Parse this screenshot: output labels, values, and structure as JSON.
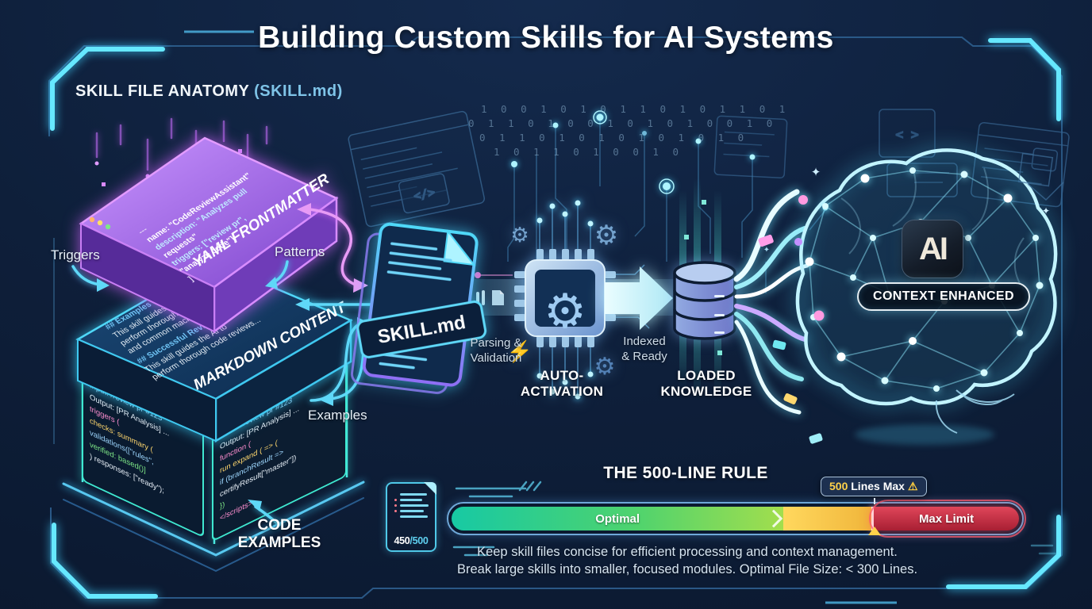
{
  "header": {
    "title": "Building Custom Skills for AI Systems"
  },
  "anatomy": {
    "heading": "SKILL FILE ANATOMY",
    "heading_suffix": "(SKILL.md)",
    "callout_triggers": "Triggers",
    "callout_patterns": "Patterns",
    "callout_examples": "Examples",
    "callout_code_examples": "CODE EXAMPLES",
    "yaml": {
      "label": "YAML FRONTMATTER",
      "code": [
        "---",
        "name: \"CodeReviewAssistant\"",
        "description: \"Analyzes pull",
        "   requests\"",
        "triggers: [\"review pr\",",
        "   \"analyze code\"]",
        "]"
      ]
    },
    "markdown": {
      "label": "MARKDOWN CONTENT",
      "lines": [
        "## Examples",
        "This skill guides the AI to",
        "perform thorough code reviews",
        "and common macro reviews...",
        "## Successful Review",
        "This skill guides the AI to",
        "perform thorough code reviews..."
      ]
    },
    "code_left": [
      "Input: /review pr #123",
      "Output: [PR Analysis] ...",
      "triggers (",
      "  checks: summary (",
      "    validations([\"rules\",",
      "    verified: based()]",
      "  ) responses: [\"ready\");"
    ],
    "code_right": [
      "Input: /review pr #123",
      "Output: [PR Analysis] ...",
      "function (",
      "  run expand ( => (",
      "    if (branchResult =>",
      "    certifyResult[\"master\"])",
      "  })",
      "</scripts>"
    ]
  },
  "pipeline": {
    "file_name": "SKILL.md",
    "parsing_caption_1": "Parsing &",
    "parsing_caption_2": "Validation",
    "auto_label_1": "AUTO-",
    "auto_label_2": "ACTIVATION",
    "indexed_caption_1": "Indexed",
    "indexed_caption_2": "& Ready",
    "loaded_label_1": "LOADED",
    "loaded_label_2": "KNOWLEDGE"
  },
  "brain": {
    "ai_badge": "AI",
    "context_badge": "CONTEXT ENHANCED"
  },
  "rule": {
    "title": "THE 500-LINE RULE",
    "file_counter_current": "450",
    "file_counter_max": "/500",
    "optimal_label": "Optimal",
    "max_label": "Max Limit",
    "limit_value": "500",
    "limit_text": " Lines Max",
    "warning_icon": "⚠",
    "caption_1": "Keep skill files concise for efficient processing and context management.",
    "caption_2": "Break large skills into smaller, focused modules. Optimal File Size: < 300 Lines."
  },
  "background": {
    "binary_rows": [
      "1 0 0 1 0 1 0 1 1 0 1 0 1 1 0 1",
      "0 1 1 0 1 0 0 1 0 1 0 1 0 0 1 0",
      "0 1 1 0 1 0 1 0 1 0 1 0 1 0",
      "1 0 1 1 0 1 0 0 1 0"
    ],
    "code_tag": "</>"
  },
  "icons": {
    "gear": "⚙",
    "lightning": "⚡",
    "sparkle": "✦"
  },
  "colors": {
    "accent_cyan": "#4fd8f8",
    "accent_purple": "#c45ef0",
    "optimal_green": "#35d49a",
    "warn_yellow": "#ffd24a",
    "max_red": "#c22a3e",
    "background_navy": "#0e1f3a"
  }
}
